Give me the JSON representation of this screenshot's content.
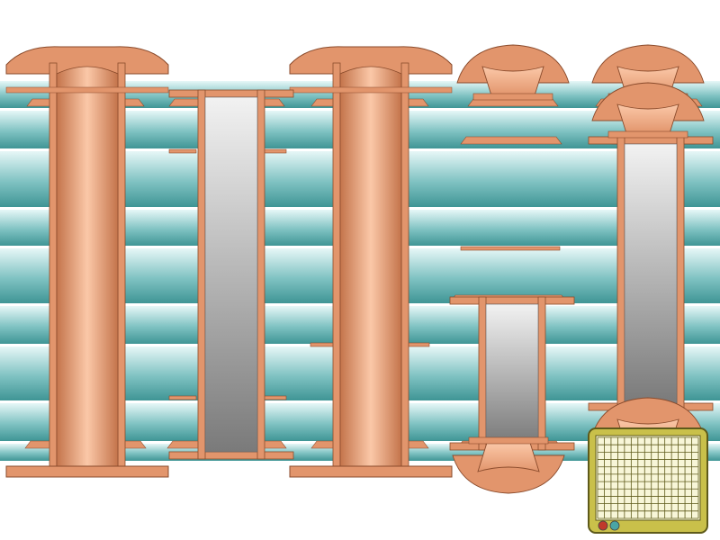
{
  "diagram": {
    "colors": {
      "background": "#ffffff",
      "laminate_light": "#e6f7f7",
      "laminate_mid": "#7fc2c2",
      "laminate_dark": "#3f9595",
      "copper_light": "#fbc8a8",
      "copper_mid": "#e2956c",
      "copper_dark": "#c4744b",
      "copper_outline": "#8a4b2c",
      "fill_light": "#f2f2f2",
      "fill_dark": "#7a7a7a",
      "thumb_frame": "#c9c04a",
      "thumb_grid": "#5e5a1a",
      "thumb_dot_red": "#c0392b",
      "thumb_dot_teal": "#4aa5a5"
    },
    "elements": [
      {
        "name": "through-hole-via-1",
        "kind": "through-hole plated via"
      },
      {
        "name": "buried-filled-via-1",
        "kind": "buried via, filled"
      },
      {
        "name": "through-hole-via-2",
        "kind": "through-hole plated via"
      },
      {
        "name": "stacked-microvia-top-1",
        "kind": "microvia"
      },
      {
        "name": "stacked-microvia-top-2",
        "kind": "stacked microvia"
      },
      {
        "name": "buried-filled-via-2",
        "kind": "buried via, filled"
      },
      {
        "name": "buried-filled-via-3",
        "kind": "buried via, filled"
      },
      {
        "name": "microvia-bottom-1",
        "kind": "microvia"
      },
      {
        "name": "microvia-bottom-2",
        "kind": "microvia"
      }
    ],
    "thumbnail": {
      "icon": "bga-grid-icon"
    }
  }
}
